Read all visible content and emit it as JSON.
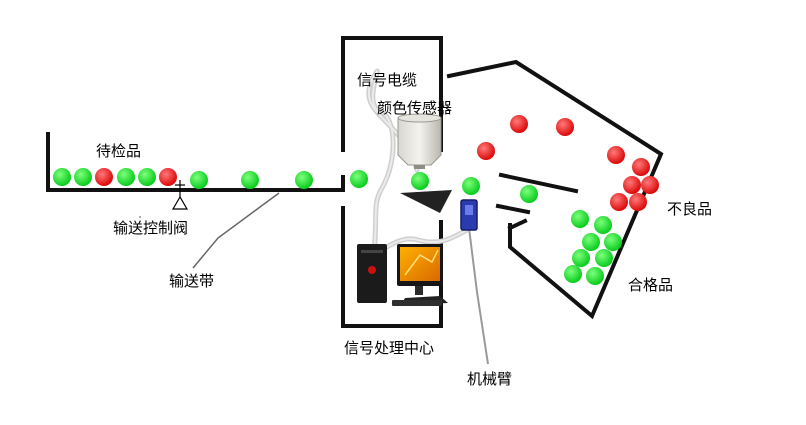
{
  "labels": {
    "pending": "待检品",
    "valve": "输送控制阀",
    "belt": "输送带",
    "cable": "信号电缆",
    "sensor": "颜色传感器",
    "center": "信号处理中心",
    "arm": "机械臂",
    "reject": "不良品",
    "accept": "合格品"
  },
  "colors": {
    "good": "#11dd22",
    "bad": "#ee1111",
    "wall": "#111111",
    "cable": "#cccccc",
    "arm": "#2233aa"
  }
}
